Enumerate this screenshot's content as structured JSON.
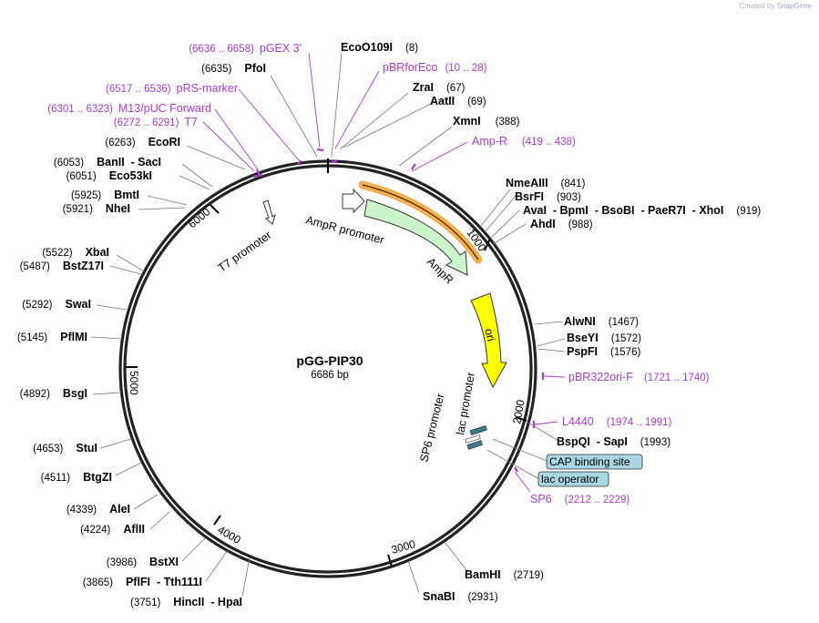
{
  "credit": {
    "prefix": "Created by",
    "brand": "SnapGene"
  },
  "plasmid": {
    "name": "pGG-PIP30",
    "size_label": "6686 bp"
  },
  "ticks": [
    "1000",
    "2000",
    "3000",
    "4000",
    "5000",
    "6000"
  ],
  "features": [
    {
      "label": "AmpR promoter"
    },
    {
      "label": "AmpR"
    },
    {
      "label": "ori"
    },
    {
      "label": "lac promoter"
    },
    {
      "label": "SP6 promoter"
    },
    {
      "label": "T7 promoter"
    }
  ],
  "boxes": [
    {
      "label": "CAP binding site"
    },
    {
      "label": "lac operator"
    }
  ],
  "primers": [
    {
      "name": "pGEX 3'",
      "range": "(6636 .. 6658)"
    },
    {
      "name": "pRS-marker",
      "range": "(6517 .. 6536)"
    },
    {
      "name": "M13/pUC Forward",
      "range": "(6301 .. 6323)"
    },
    {
      "name": "T7",
      "range": "(6272 .. 6291)"
    },
    {
      "name": "pBRforEco",
      "range": "(10 .. 28)"
    },
    {
      "name": "Amp-R",
      "range": "(419 .. 438)"
    },
    {
      "name": "pBR322ori-F",
      "range": "(1721 .. 1740)"
    },
    {
      "name": "L4440",
      "range": "(1974 .. 1991)"
    },
    {
      "name": "SP6",
      "range": "(2212 .. 2229)"
    }
  ],
  "enzymes_right": [
    {
      "names": "EcoO109I",
      "pos": "(8)"
    },
    {
      "names": "ZraI",
      "pos": "(67)"
    },
    {
      "names": "AatII",
      "pos": "(69)"
    },
    {
      "names": "XmnI",
      "pos": "(388)"
    },
    {
      "names": "NmeAIII",
      "pos": "(841)"
    },
    {
      "names": "BsrFI",
      "pos": "(903)"
    },
    {
      "names": "AvaI  - BpmI  - BsoBI  - PaeR7I  - XhoI",
      "pos": "(919)"
    },
    {
      "names": "AhdI",
      "pos": "(988)"
    },
    {
      "names": "AlwNI",
      "pos": "(1467)"
    },
    {
      "names": "BseYI",
      "pos": "(1572)"
    },
    {
      "names": "PspFI",
      "pos": "(1576)"
    },
    {
      "names": "BspQI  - SapI",
      "pos": "(1993)"
    },
    {
      "names": "BamHI",
      "pos": "(2719)"
    },
    {
      "names": "SnaBI",
      "pos": "(2931)"
    }
  ],
  "enzymes_left": [
    {
      "pos": "(6635)",
      "names": "PfoI"
    },
    {
      "pos": "(6263)",
      "names": "EcoRI"
    },
    {
      "pos": "(6053)",
      "names": "BanII  - SacI"
    },
    {
      "pos": "(6051)",
      "names": "Eco53kI"
    },
    {
      "pos": "(5925)",
      "names": "BmtI"
    },
    {
      "pos": "(5921)",
      "names": "NheI"
    },
    {
      "pos": "(5522)",
      "names": "XbaI"
    },
    {
      "pos": "(5487)",
      "names": "BstZ17I"
    },
    {
      "pos": "(5292)",
      "names": "SwaI"
    },
    {
      "pos": "(5145)",
      "names": "PflMI"
    },
    {
      "pos": "(4892)",
      "names": "BsgI"
    },
    {
      "pos": "(4653)",
      "names": "StuI"
    },
    {
      "pos": "(4511)",
      "names": "BtgZI"
    },
    {
      "pos": "(4339)",
      "names": "AleI"
    },
    {
      "pos": "(4224)",
      "names": "AflII"
    },
    {
      "pos": "(3986)",
      "names": "BstXI"
    },
    {
      "pos": "(3865)",
      "names": "PflFI  - Tth111I"
    },
    {
      "pos": "(3751)",
      "names": "HincII  - HpaI"
    }
  ],
  "colors": {
    "primer": "#a93bd0",
    "ampr_fill": "#ccf5cc",
    "ori_fill": "#ffff00",
    "box_fill": "#a9d6e0",
    "highlight": "#f0a030"
  }
}
